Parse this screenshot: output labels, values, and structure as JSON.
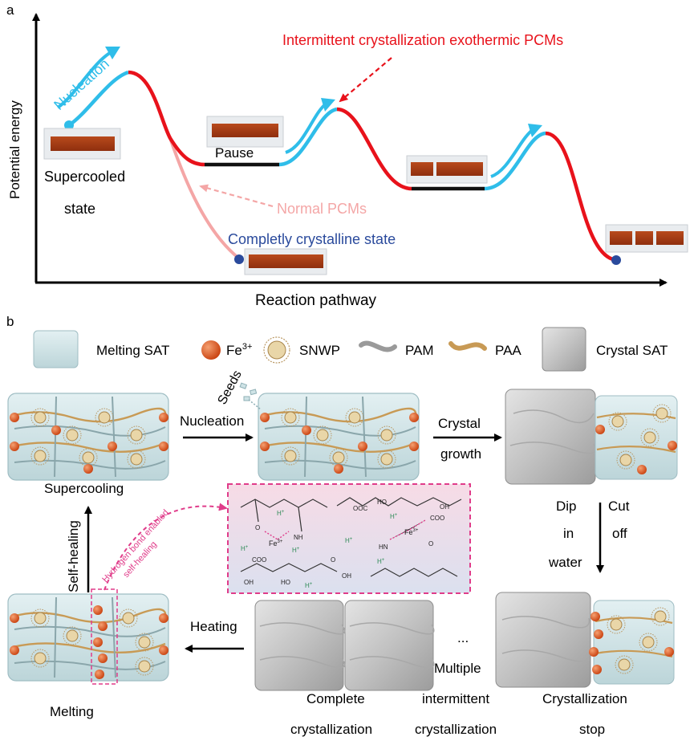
{
  "panel_a": {
    "label": "a",
    "y_axis_label": "Potential energy",
    "x_axis_label": "Reaction pathway",
    "nucleation_label": "Nucleation",
    "supercooled_label_line1": "Supercooled",
    "supercooled_label_line2": "state",
    "pause_label": "Pause",
    "intermittent_label": "Intermittent crystallization exothermic PCMs",
    "normal_pcms_label": "Normal PCMs",
    "crystalline_label": "Completly crystalline state",
    "colors": {
      "exothermic": "#e8121b",
      "nucleation": "#2fbde9",
      "pause": "#111111",
      "normal": "#f4a6a6",
      "point": "#2a4a9c"
    }
  },
  "panel_b": {
    "label": "b",
    "legend": {
      "melting_sat": "Melting SAT",
      "fe3": "Fe",
      "fe3_sup": "3+",
      "snwp": "SNWP",
      "pam": "PAM",
      "paa": "PAA",
      "crystal_sat": "Crystal SAT"
    },
    "seeds_label": "Seeds",
    "nucleation_label": "Nucleation",
    "crystal_growth_line1": "Crystal",
    "crystal_growth_line2": "growth",
    "supercooling_label": "Supercooling",
    "self_healing_label": "Self-healing",
    "hydrogen_bond_line1": "Hydrogen bond enabled",
    "hydrogen_bond_line2": "self-healing",
    "dip_line1": "Dip",
    "dip_line2": "in",
    "dip_line3": "water",
    "cut_line1": "Cut",
    "cut_line2": "off",
    "heating_label": "Heating",
    "melting_label": "Melting",
    "complete_line1": "Complete",
    "complete_line2": "crystallization",
    "ellipsis": "...",
    "multiple_line1": "Multiple",
    "multiple_line2": "intermittent",
    "multiple_line3": "crystallization",
    "stop_line1": "Crystallization",
    "stop_line2": "stop",
    "chem": {
      "fe": "Fe",
      "fe_sup": "3+",
      "h_plus": "H",
      "plus": "+",
      "labels": [
        "O",
        "NH",
        "OOC",
        "COO",
        "HN",
        "O",
        "OH",
        "OH",
        "HO",
        "OH",
        "O",
        "COO",
        "HO"
      ]
    },
    "colors": {
      "fe": "#d9551e",
      "box_border": "#e03c8a",
      "box_fill": "#f6d9e4",
      "gel": "#cfe3e6",
      "crystal": "#bdbdbd",
      "pam": "#9a9a9a",
      "paa": "#c89a55"
    }
  }
}
